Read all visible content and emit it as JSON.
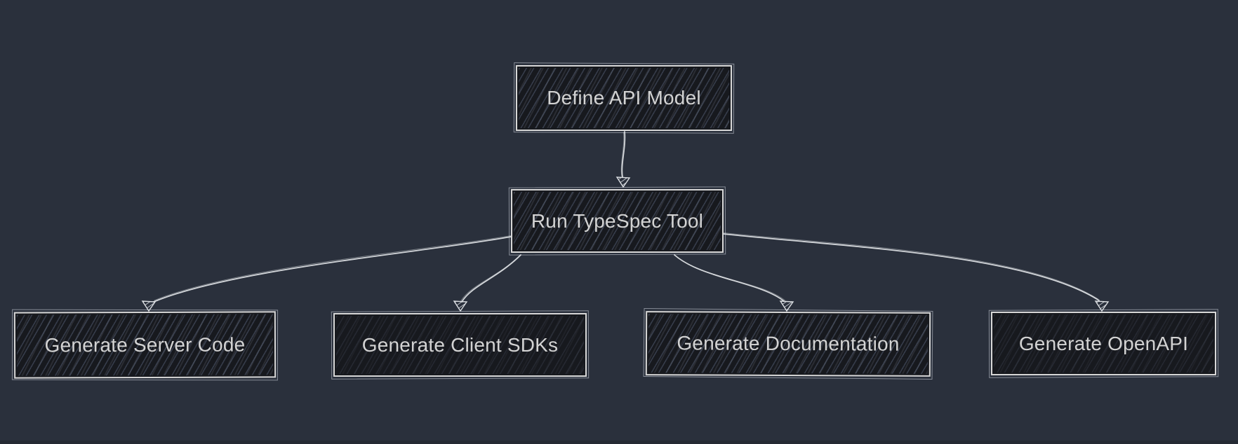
{
  "diagram": {
    "type": "flowchart",
    "style": "hand-drawn",
    "direction": "top-down",
    "nodes": [
      {
        "id": "define",
        "label": "Define API Model"
      },
      {
        "id": "run",
        "label": "Run TypeSpec Tool"
      },
      {
        "id": "server",
        "label": "Generate Server Code"
      },
      {
        "id": "sdk",
        "label": "Generate Client SDKs"
      },
      {
        "id": "docs",
        "label": "Generate Documentation"
      },
      {
        "id": "openapi",
        "label": "Generate OpenAPI"
      }
    ],
    "edges": [
      {
        "from": "Define API Model",
        "to": "Run TypeSpec Tool"
      },
      {
        "from": "Run TypeSpec Tool",
        "to": "Generate Server Code"
      },
      {
        "from": "Run TypeSpec Tool",
        "to": "Generate Client SDKs"
      },
      {
        "from": "Run TypeSpec Tool",
        "to": "Generate Documentation"
      },
      {
        "from": "Run TypeSpec Tool",
        "to": "Generate OpenAPI"
      }
    ]
  },
  "colors": {
    "background": "#2a303c",
    "node_fill": "#17191e",
    "node_border": "#d7d7d7",
    "node_text": "#d3d3d3",
    "edge": "#dcdfe3",
    "bottom_bar": "#252a33"
  }
}
